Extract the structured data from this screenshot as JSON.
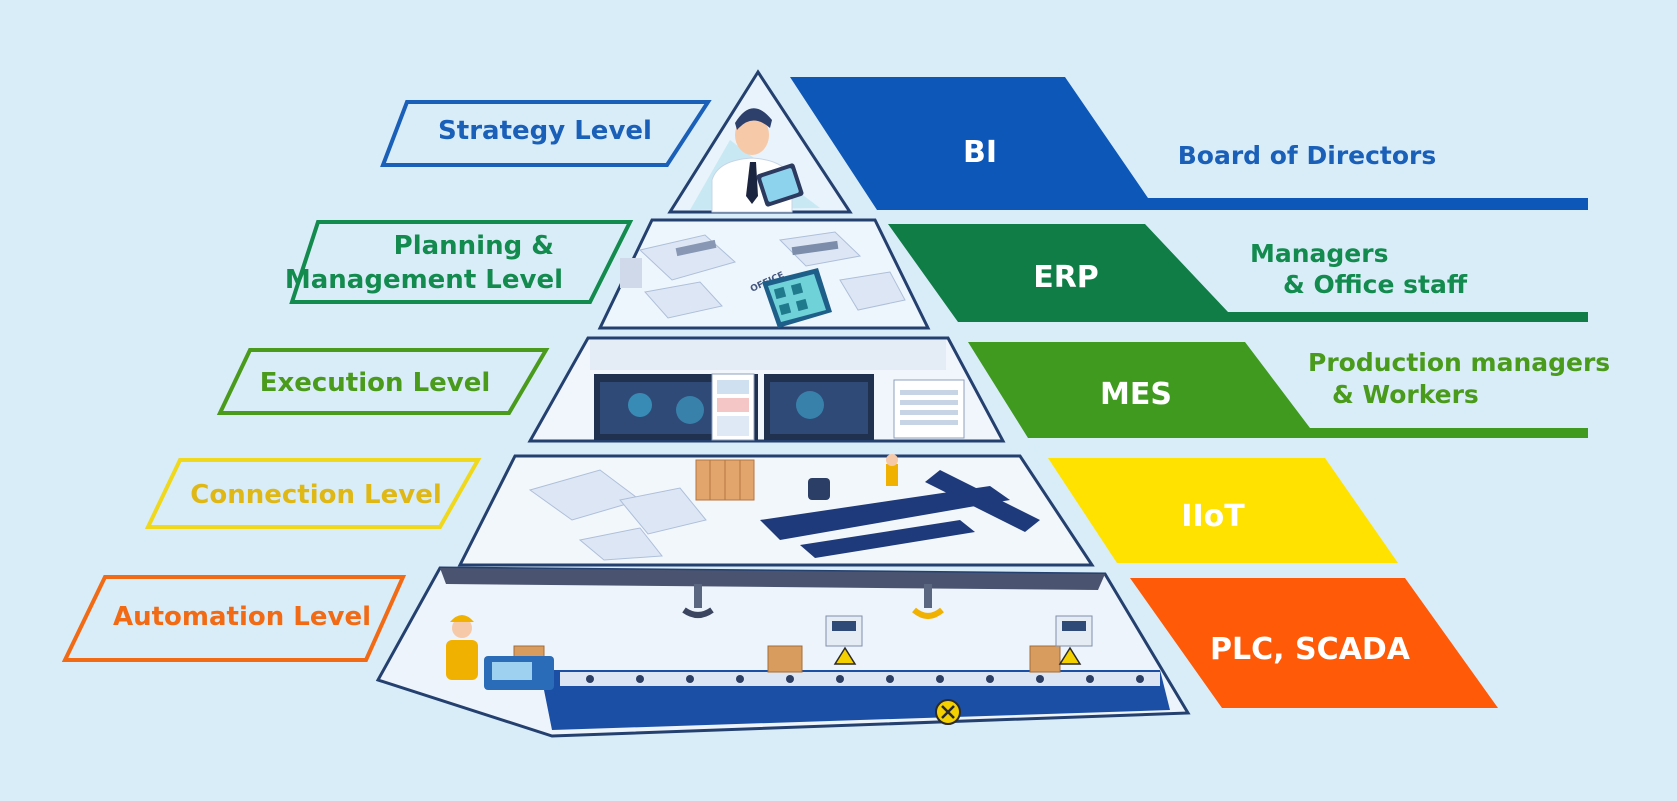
{
  "levels": [
    {
      "level": "Strategy Level",
      "system": "BI",
      "role_lines": [
        "Board of Directors"
      ],
      "color": "#1a5fb8",
      "band_color": "#0d57b8"
    },
    {
      "level_lines": [
        "Planning &",
        "Management Level"
      ],
      "system": "ERP",
      "role_lines": [
        "Managers",
        "& Office staff"
      ],
      "color": "#138a4e",
      "band_color": "#0f7d45"
    },
    {
      "level": "Execution Level",
      "system": "MES",
      "role_lines": [
        "Production managers",
        "& Workers"
      ],
      "color": "#4a9a1b",
      "band_color": "#3f9a1f"
    },
    {
      "level": "Connection Level",
      "system": "IIoT",
      "role_lines": [],
      "color": "#e0b815",
      "band_color": "#ffe200"
    },
    {
      "level": "Automation Level",
      "system": "PLC, SCADA",
      "role_lines": [],
      "color": "#f26a13",
      "band_color": "#ff5a08"
    }
  ],
  "scene_labels": {
    "office_sign": "OFFICE"
  },
  "icons": {
    "executive": "businessman-with-tablet-icon",
    "office": "office-floor-icon",
    "dashboard": "dashboard-screens-icon",
    "factory": "connected-factory-icon",
    "conveyor": "conveyor-line-icon",
    "stop": "stop-button-icon",
    "warning": "warning-icon"
  }
}
